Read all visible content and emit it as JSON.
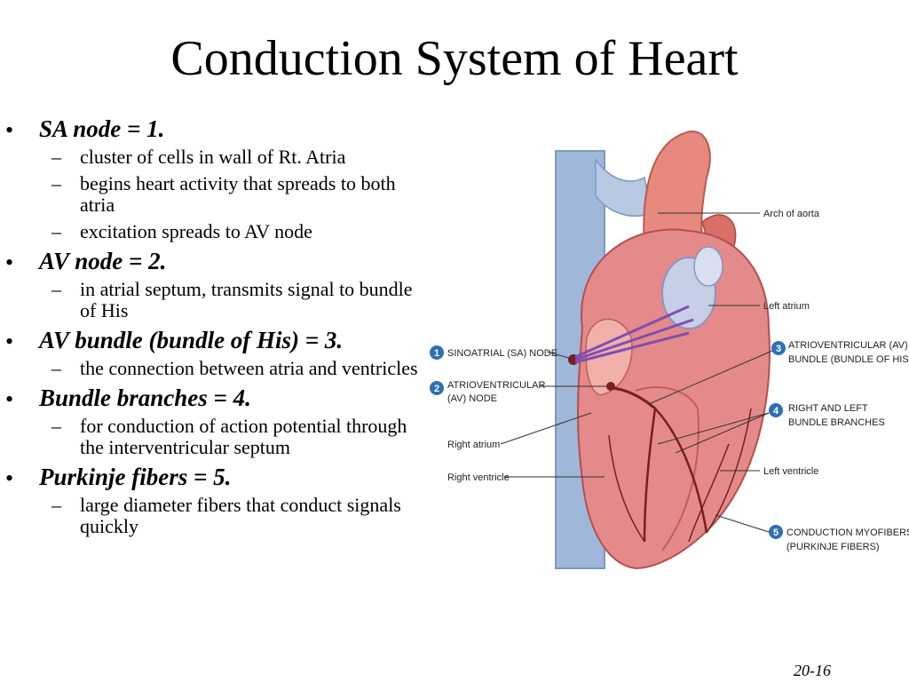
{
  "slide": {
    "title": "Conduction System of Heart",
    "page_number": "20-16"
  },
  "bullets": [
    {
      "text": "SA node = 1.",
      "subs": [
        "cluster of cells in wall of Rt. Atria",
        "begins heart activity that spreads to both atria",
        "excitation spreads to AV node"
      ]
    },
    {
      "text": "AV node = 2.",
      "subs": [
        "in atrial septum, transmits signal to bundle of His"
      ]
    },
    {
      "text": "AV bundle (bundle of His) = 3.",
      "subs": [
        "the connection between atria and ventricles"
      ]
    },
    {
      "text": "Bundle branches = 4.",
      "subs": [
        "for conduction of action potential through the interventricular septum"
      ]
    },
    {
      "text": "Purkinje fibers = 5.",
      "subs": [
        "large diameter fibers that conduct signals quickly"
      ]
    }
  ],
  "figure": {
    "labels": {
      "arch": "Arch of aorta",
      "left_atrium": "Left atrium",
      "sa_node": "SINOATRIAL (SA) NODE",
      "av_node_1": "ATRIOVENTRICULAR",
      "av_node_2": "(AV) NODE",
      "av_bundle_1": "ATRIOVENTRICULAR (AV)",
      "av_bundle_2": "BUNDLE (BUNDLE OF HIS)",
      "branches_1": "RIGHT AND LEFT",
      "branches_2": "BUNDLE BRANCHES",
      "right_atrium": "Right atrium",
      "left_ventricle": "Left ventricle",
      "right_ventricle": "Right ventricle",
      "purkinje_1": "CONDUCTION MYOFIBERS",
      "purkinje_2": "(PURKINJE FIBERS)"
    },
    "numbers": {
      "n1": "1",
      "n2": "2",
      "n3": "3",
      "n4": "4",
      "n5": "5"
    },
    "colors": {
      "badge": "#2f6fb3",
      "heart": "#e58a8a",
      "heart_dark": "#c24a4a",
      "vessel": "#9fb7d9",
      "conduction": "#7a1f1f"
    }
  }
}
